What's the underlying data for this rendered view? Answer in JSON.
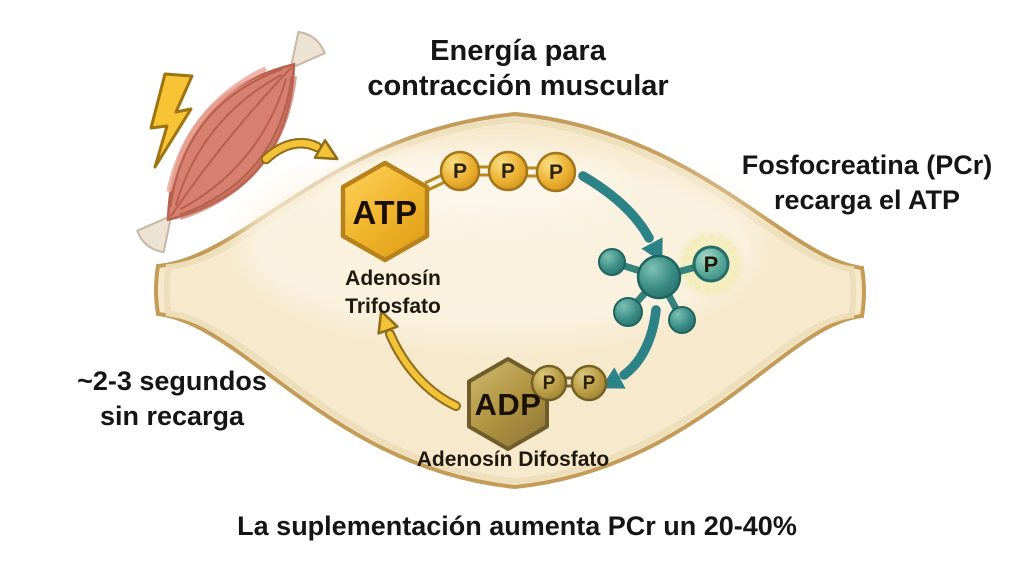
{
  "diagram": {
    "title_line1": "Energía para",
    "title_line2": "contracción muscular",
    "pcr_note_line1": "Fosfocreatina (PCr)",
    "pcr_note_line2": "recarga el ATP",
    "depletion_line1": "~2-3 segundos",
    "depletion_line2": "sin recarga",
    "bottom_note": "La suplementación aumenta PCr un 20-40%"
  },
  "atp": {
    "label": "ATP",
    "name_line1": "Adenosín",
    "name_line2": "Trifosfato",
    "phosphates": [
      "P",
      "P",
      "P"
    ]
  },
  "adp": {
    "label": "ADP",
    "name": "Adenosín Difosfato",
    "phosphates": [
      "P",
      "P"
    ]
  },
  "phosphocreatine": {
    "phosphate": "P"
  },
  "icons": {
    "lightning": "lightning-bolt-icon",
    "muscle": "muscle-icon",
    "energy_arrow": "curved-arrow-icon",
    "recycle_arrow": "curved-arrow-icon"
  },
  "colors": {
    "cell_fill": "#F6E9CC",
    "cell_border": "#C49B57",
    "atp_gold": "#F2B62E",
    "adp_olive": "#B59B4A",
    "phosphate_gold": "#E9B23B",
    "creatine_teal": "#3E8C86",
    "glow_yellow": "#F7F0BC",
    "arrow_gold": "#F3C337",
    "arrow_teal": "#2B8287",
    "muscle_pink": "#D8806F",
    "lightning_yellow": "#F6C434",
    "text": "#151515"
  }
}
